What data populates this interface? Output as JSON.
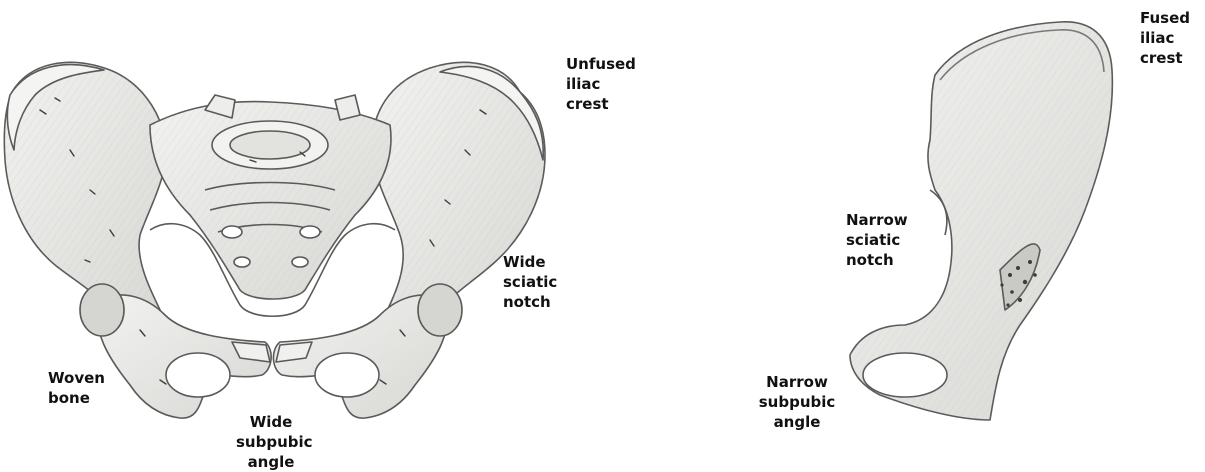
{
  "labels": {
    "unfused_iliac_crest": [
      "Unfused",
      "iliac",
      "crest"
    ],
    "wide_sciatic_notch": [
      "Wide",
      "sciatic",
      "notch"
    ],
    "woven_bone": [
      "Woven",
      "bone"
    ],
    "wide_subpubic_angle": [
      "Wide",
      "subpubic",
      "angle"
    ],
    "fused_iliac_crest": [
      "Fused",
      "iliac",
      "crest"
    ],
    "narrow_sciatic_notch": [
      "Narrow",
      "sciatic",
      "notch"
    ],
    "narrow_subpubic_angle": [
      "Narrow",
      "subpubic",
      "angle"
    ]
  },
  "colors": {
    "bone_fill": "#e9e9e7",
    "bone_shade": "#cfcfcc",
    "outline": "#5a5a5a",
    "dark_texture": "#3c3c3c"
  }
}
